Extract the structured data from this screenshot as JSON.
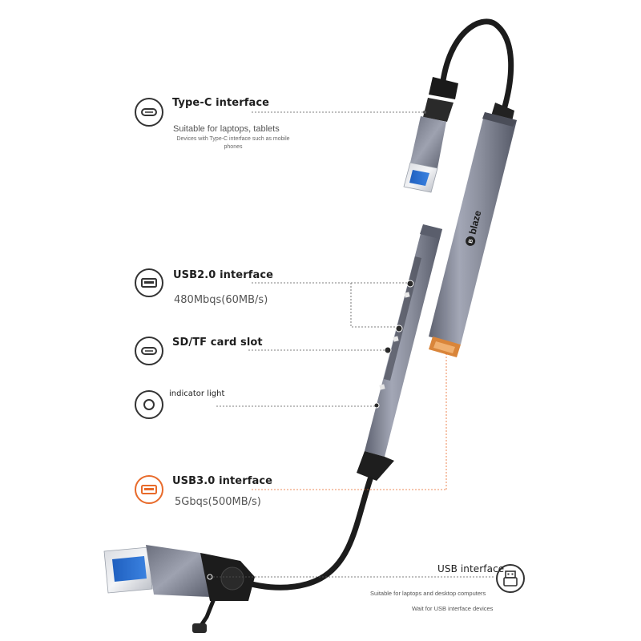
{
  "colors": {
    "accent": "#e86a2a",
    "hub_body": "#7c8090",
    "cable": "#1c1c1c",
    "text": "#222222"
  },
  "brand": {
    "logo_text": "blaze"
  },
  "callouts": {
    "type_c": {
      "icon": "usb-c-port-icon",
      "title": "Type-C interface",
      "subtitle": "Suitable for laptops, tablets",
      "note_line1": "Devices with Type-C interface such as mobile",
      "note_line2": "phones"
    },
    "usb2": {
      "icon": "usb-a-port-icon",
      "title": "USB2.0 interface",
      "speed": "480Mbqs(60MB/s)"
    },
    "sd_tf": {
      "icon": "card-slot-icon",
      "title": "SD/TF card slot"
    },
    "indicator": {
      "icon": "indicator-light-icon",
      "title": "indicator light"
    },
    "usb3": {
      "icon": "usb-a-port-orange-icon",
      "title": "USB3.0 interface",
      "speed": "5Gbqs(500MB/s)"
    },
    "usb": {
      "icon": "usb-plug-icon",
      "title": "USB interface",
      "subtitle": "Suitable for laptops and desktop computers",
      "note": "Wait for USB interface devices"
    }
  }
}
